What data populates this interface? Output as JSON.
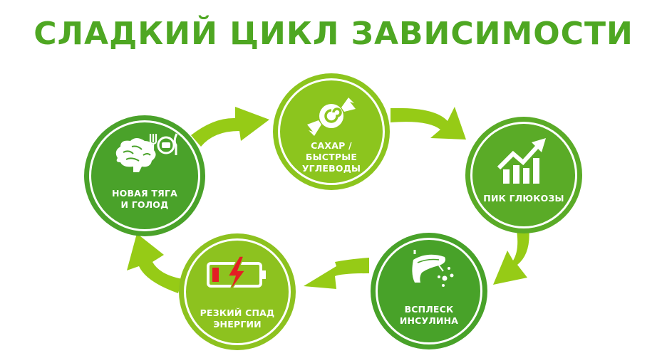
{
  "title": "СЛАДКИЙ ЦИКЛ ЗАВИСИМОСТИ",
  "colors": {
    "title": "#4ea722",
    "lime": "#8cc51e",
    "green": "#4fa52a",
    "arrow": "#96cb16",
    "battery_alert": "#e31e24"
  },
  "nodes": [
    {
      "id": "sugar",
      "label": "САХАР /\nБЫСТРЫЕ\nУГЛЕВОДЫ",
      "icon": "candy-icon",
      "color": "lime"
    },
    {
      "id": "glucose",
      "label": "ПИК ГЛЮКОЗЫ",
      "icon": "chart-rising-icon",
      "color": "green"
    },
    {
      "id": "insulin",
      "label": "ВСПЛЕСК\nИНСУЛИНА",
      "icon": "pancreas-icon",
      "color": "green"
    },
    {
      "id": "energy",
      "label": "РЕЗКИЙ СПАД\nЭНЕРГИИ",
      "icon": "low-battery-icon",
      "color": "lime"
    },
    {
      "id": "craving",
      "label": "НОВАЯ ТЯГА\nИ ГОЛОД",
      "icon": "brain-plate-icon",
      "color": "green"
    }
  ],
  "flow": [
    "sugar",
    "glucose",
    "insulin",
    "energy",
    "craving",
    "sugar"
  ]
}
